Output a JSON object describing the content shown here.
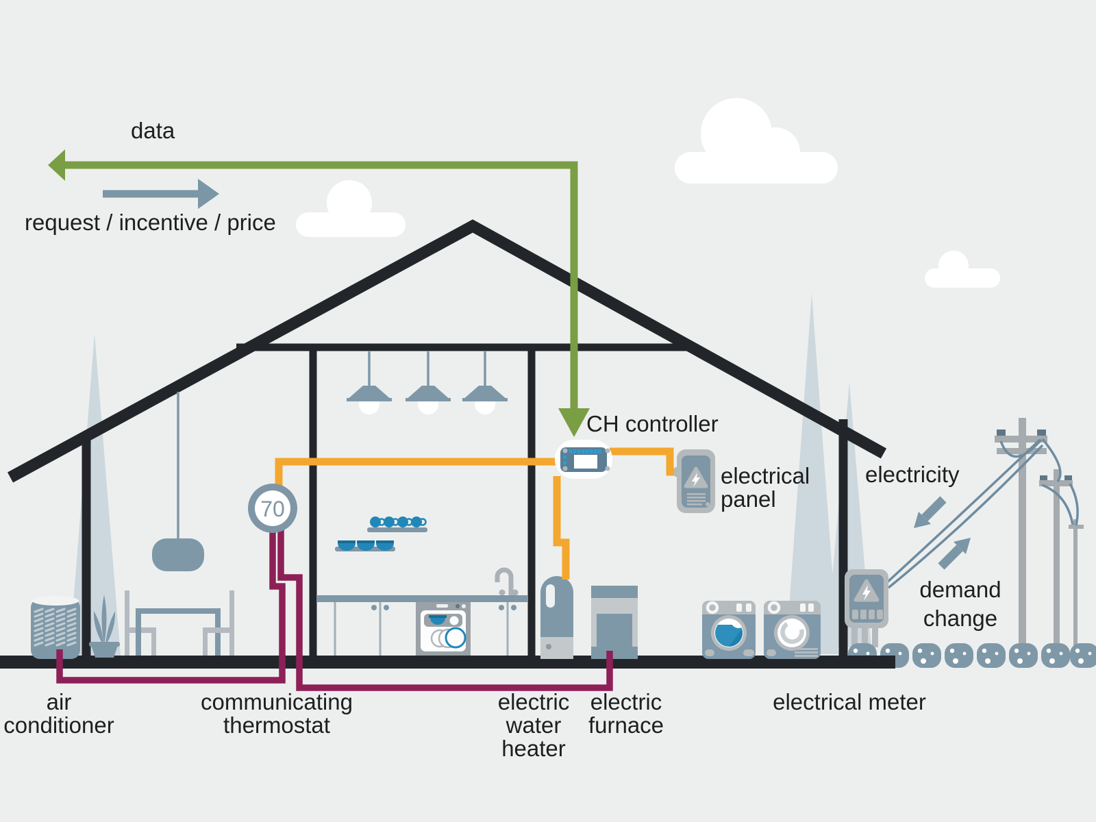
{
  "arrows": {
    "data": "data",
    "request": "request / incentive / price",
    "electricity": "electricity",
    "demand": [
      "demand",
      "change"
    ]
  },
  "labels": {
    "ch_controller": "CH controller",
    "electrical_panel": [
      "electrical",
      "panel"
    ],
    "air_conditioner": [
      "air",
      "conditioner"
    ],
    "communicating_thermostat": [
      "communicating",
      "thermostat"
    ],
    "electric_water_heater": [
      "electric",
      "water",
      "heater"
    ],
    "electric_furnace": [
      "electric",
      "furnace"
    ],
    "electrical_meter": "electrical meter"
  },
  "thermostat": {
    "setpoint": "70"
  },
  "colors": {
    "background": "#edefee",
    "structure_black": "#22262a",
    "data_green": "#7a9e43",
    "request_gray": "#7b96a6",
    "signal_orange": "#f3a72e",
    "control_maroon": "#8d2057",
    "appliance_blue": "#7e98a8",
    "accent_teal": "#2187b8",
    "light_gray": "#b6bbbe",
    "tree_gray": "#cdd8de"
  }
}
